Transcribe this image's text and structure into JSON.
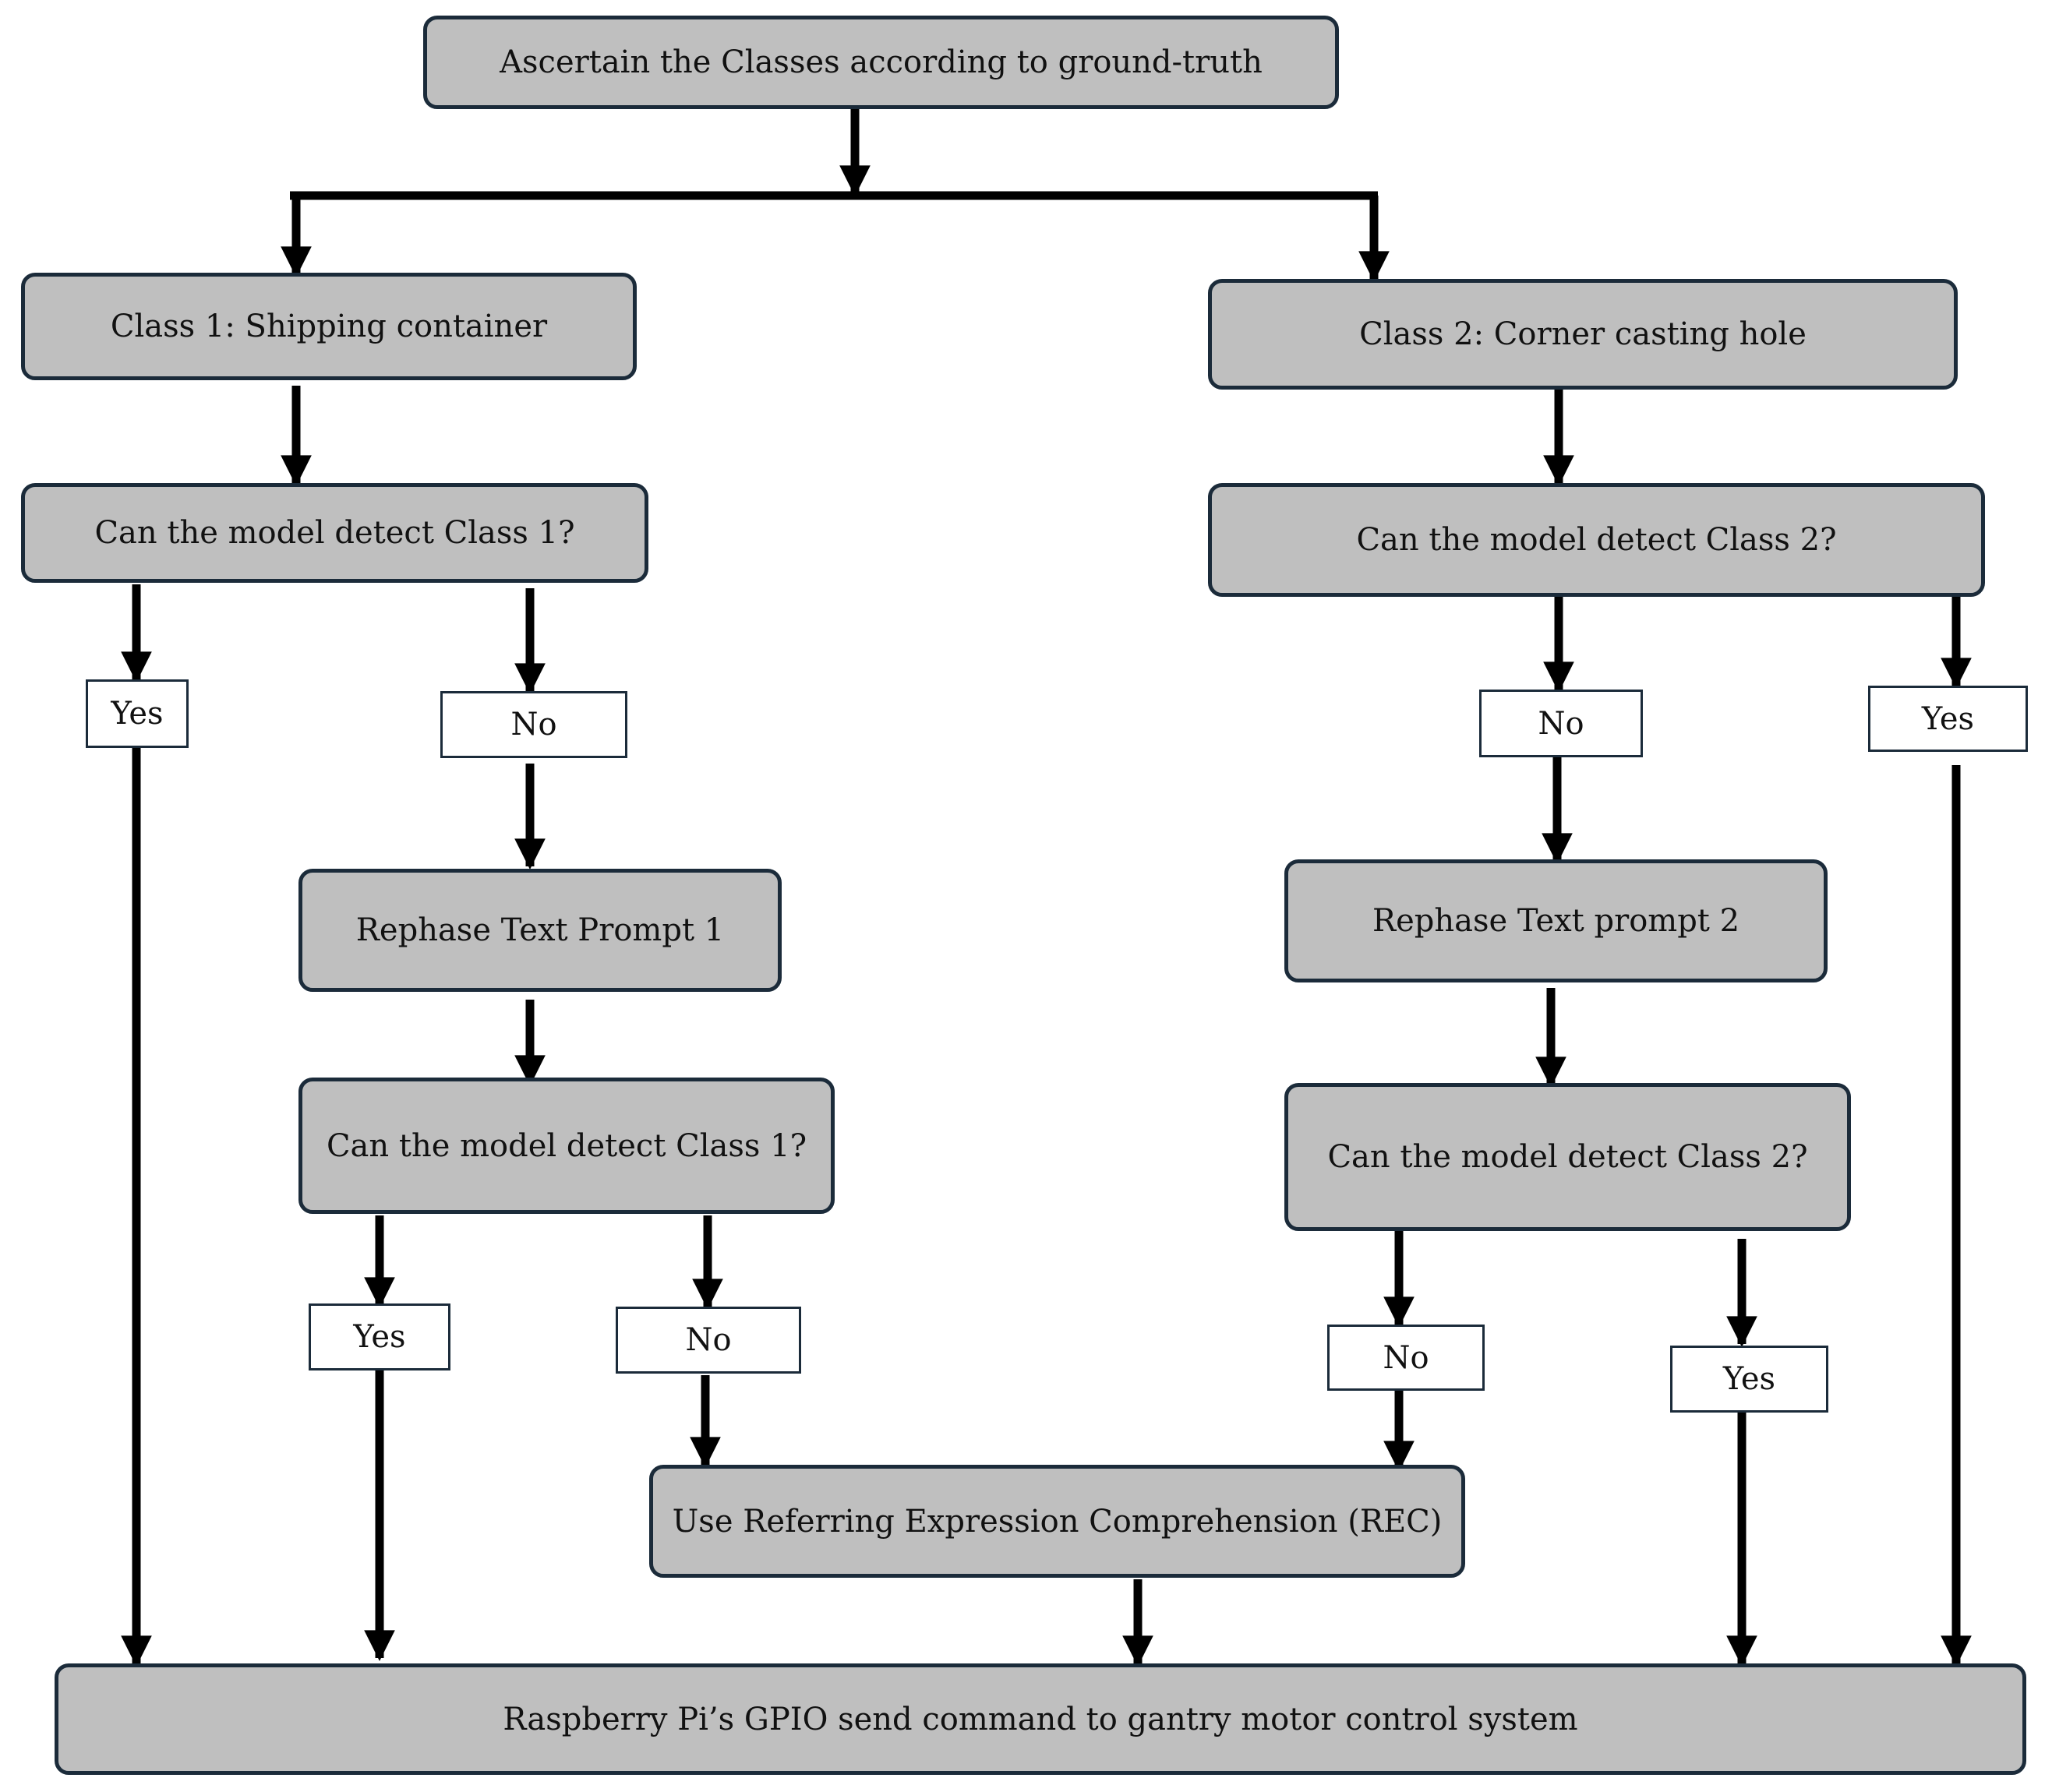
{
  "nodes": {
    "ascertain": "Ascertain the Classes according to ground-truth",
    "class1": "Class 1: Shipping container",
    "class2": "Class 2: Corner casting hole",
    "detect1": "Can the model detect Class 1?",
    "detect2": "Can the model detect Class 2?",
    "rephase1": "Rephase Text Prompt 1",
    "rephase2": "Rephase Text prompt 2",
    "detect1b": "Can the model detect Class 1?",
    "detect2b": "Can the model detect Class 2?",
    "rec": "Use Referring Expression Comprehension (REC)",
    "gpio": "Raspberry Pi’s GPIO send command to gantry motor control system"
  },
  "labels": {
    "yes": "Yes",
    "no": "No"
  },
  "colors": {
    "node_fill": "#bfbfbf",
    "border": "#1b2b3a",
    "arrow": "#000000"
  }
}
